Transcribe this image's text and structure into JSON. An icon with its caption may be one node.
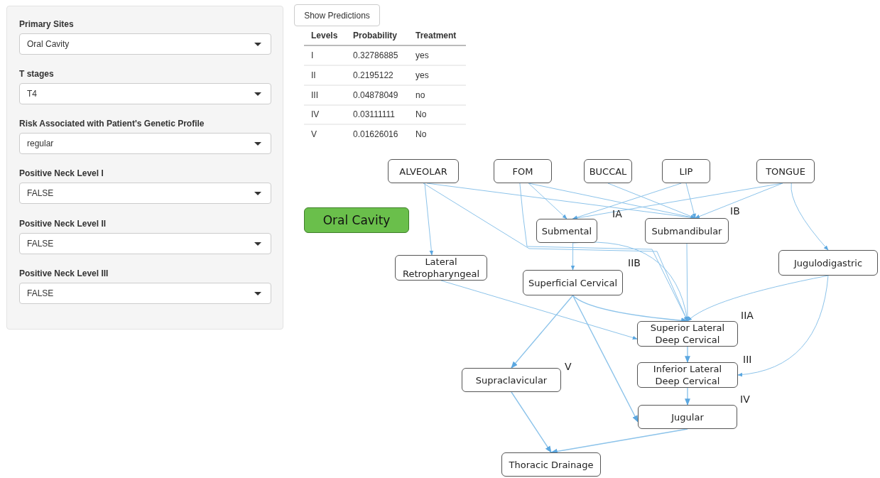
{
  "diagram": {
    "nodes": [
      {
        "text": [
          "ALVEOLAR"
        ]
      },
      {
        "text": [
          "FOM"
        ]
      },
      {
        "text": [
          "BUCCAL"
        ]
      },
      {
        "text": [
          "LIP"
        ]
      },
      {
        "text": [
          "TONGUE"
        ]
      },
      {
        "text": [
          "Oral Cavity"
        ]
      },
      {
        "text": [
          "Submental"
        ]
      },
      {
        "text": [
          "Submandibular"
        ]
      },
      {
        "text": [
          "Lateral Retropharyngeal"
        ]
      },
      {
        "text": [
          "Superficial Cervical"
        ]
      },
      {
        "text": [
          "Jugulodigastric"
        ]
      },
      {
        "text": [
          "Superior Lateral Deep Cervical"
        ]
      },
      {
        "text": [
          "Inferior Lateral Deep Cervical"
        ]
      },
      {
        "text": [
          "Supraclavicular"
        ]
      },
      {
        "text": [
          "Jugular"
        ]
      },
      {
        "text": [
          "Thoracic Drainage"
        ]
      }
    ],
    "edges": [
      {
        "from": 0,
        "to": 8,
        "arrow": "to"
      },
      {
        "from": 0,
        "to": 7,
        "arrow": "to"
      },
      {
        "from": 0,
        "to": 11,
        "arrow": "to"
      },
      {
        "from": 1,
        "to": 6,
        "arrow": "to"
      },
      {
        "from": 1,
        "to": 7,
        "arrow": "to"
      },
      {
        "from": 1,
        "to": 11,
        "arrow": "to"
      },
      {
        "from": 2,
        "to": 7,
        "arrow": "to"
      },
      {
        "from": 3,
        "to": 6,
        "arrow": "to"
      },
      {
        "from": 3,
        "to": 7,
        "arrow": "to"
      },
      {
        "from": 4,
        "to": 6,
        "arrow": "to"
      },
      {
        "from": 4,
        "to": 7,
        "arrow": "to"
      },
      {
        "from": 4,
        "to": 10,
        "arrow": "to"
      },
      {
        "from": 6,
        "to": 9,
        "arrow": "to"
      },
      {
        "from": 6,
        "to": 11,
        "arrow": "to"
      },
      {
        "from": 7,
        "to": 11,
        "arrow": "to"
      },
      {
        "from": 8,
        "to": 11,
        "arrow": "to"
      },
      {
        "from": 9,
        "to": 11,
        "arrow": "to"
      },
      {
        "from": 9,
        "to": 13,
        "arrow": "to"
      },
      {
        "from": 9,
        "to": 14,
        "arrow": "to"
      },
      {
        "from": 10,
        "to": 11,
        "arrow": "to"
      },
      {
        "from": 10,
        "to": 12,
        "arrow": "to"
      },
      {
        "from": 11,
        "to": 12,
        "arrow": "to"
      },
      {
        "from": 12,
        "to": 14,
        "arrow": "to"
      },
      {
        "from": 13,
        "to": 15,
        "arrow": "to"
      },
      {
        "from": 14,
        "to": 15,
        "arrow": "to"
      }
    ],
    "labels": [
      "Primary Sites",
      "Oral Cavity",
      "T stages",
      "T4",
      "Risk Associated with Patient's Genetic Profile",
      "regular",
      "Positive Neck Level I",
      "FALSE",
      "Positive Neck Level II",
      "FALSE",
      "Positive Neck Level III",
      "FALSE",
      "Show Predictions",
      "Levels",
      "Probability",
      "Treatment",
      "I",
      "0.32786885",
      "yes",
      "II",
      "0.2195122",
      "yes",
      "III",
      "0.04878049",
      "no",
      "IV",
      "0.03111111",
      "No",
      "V",
      "0.01626016",
      "No",
      "IA",
      "IB",
      "IIB",
      "IIA",
      "III",
      "V",
      "IV"
    ]
  }
}
